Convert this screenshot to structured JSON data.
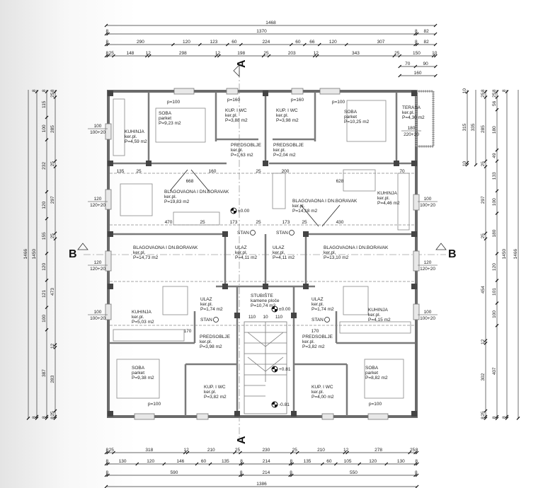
{
  "drawing": {
    "dimensions_top": [
      [
        1468
      ],
      [
        8,
        1370,
        8,
        82
      ],
      [
        8,
        290,
        120,
        123,
        60,
        224,
        60,
        66,
        120,
        307,
        8,
        82
      ],
      [
        8,
        25,
        148,
        12,
        298,
        12,
        198,
        25,
        203,
        12,
        343,
        25,
        150,
        10
      ]
    ],
    "dimensions_top_right": [
      [
        70,
        90
      ],
      [
        160
      ]
    ],
    "dimensions_bottom": [
      [
        8,
        25,
        318,
        12,
        210,
        25,
        230,
        25,
        210,
        12,
        278,
        25,
        8
      ],
      [
        8,
        130,
        120,
        146,
        60,
        135,
        8,
        214,
        8,
        135,
        60,
        105,
        120,
        130,
        8
      ],
      [
        8,
        590,
        8,
        214,
        8,
        550,
        8
      ],
      [
        1386
      ]
    ],
    "dimensions_left": [
      [
        1466
      ],
      [
        8,
        1450,
        8
      ],
      [
        8,
        115,
        100,
        232,
        120,
        155,
        120,
        121,
        100,
        387,
        8
      ],
      [
        8,
        25,
        285,
        25,
        297,
        25,
        473,
        12,
        283,
        25,
        8
      ]
    ],
    "dimensions_right": [
      [
        10,
        315,
        10
      ],
      [
        335
      ],
      [
        8,
        25,
        285,
        25,
        297,
        25,
        454,
        12,
        302,
        25,
        8
      ],
      [
        8,
        25,
        56,
        180,
        49,
        133,
        100,
        180,
        120,
        101,
        100,
        407,
        8
      ],
      [
        8,
        1450,
        8
      ],
      [
        1466
      ]
    ],
    "section_a": "A",
    "section_b": "B",
    "rooms": [
      {
        "name": "KUHINJA",
        "floor": "ker.pl.",
        "area": "P=4,59 m2"
      },
      {
        "name": "SOBA",
        "floor": "parket",
        "area": "P=9,23 m2"
      },
      {
        "name": "KUP. I WC",
        "floor": "ker.pl.",
        "area": "P=3,88 m2"
      },
      {
        "name": "KUP. I WC",
        "floor": "ker.pl.",
        "area": "P=3,98 m2"
      },
      {
        "name": "SOBA",
        "floor": "parket",
        "area": "P=10,25 m2"
      },
      {
        "name": "TERASA",
        "floor": "ker.pl.",
        "area": "P=4,30 m2"
      },
      {
        "name": "PREDSOBLJE",
        "floor": "ker.pl.",
        "area": "P=1,63 m2"
      },
      {
        "name": "PREDSOBLJE",
        "floor": "ker.pl.",
        "area": "P=2,04 m2"
      },
      {
        "name": "BLAGOVAONA I DN.BORAVAK",
        "floor": "ker.pl.",
        "area": "P=19,83 m2"
      },
      {
        "name": "BLAGOVAONA I DN.BORAVAK",
        "floor": "ker.pl.",
        "area": "P=14,18 m2"
      },
      {
        "name": "KUHINJA",
        "floor": "ker.pl.",
        "area": "P=4,46 m2"
      },
      {
        "name": "BLAGOVAONA I DN.BORAVAK",
        "floor": "ker.pl.",
        "area": "P=14,73 m2"
      },
      {
        "name": "ULAZ",
        "floor": "ker.pl.",
        "area": "P=4,11 m2"
      },
      {
        "name": "ULAZ",
        "floor": "ker.pl.",
        "area": "P=4,11 m2"
      },
      {
        "name": "BLAGOVAONA I DN.BORAVAK",
        "floor": "ker.pl.",
        "area": "P=13,10 m2"
      },
      {
        "name": "STUBIŠTE",
        "floor": "kamene ploče",
        "area": "P=10,74 m2"
      },
      {
        "name": "ULAZ",
        "floor": "ker.pl.",
        "area": "P=1,74 m2"
      },
      {
        "name": "ULAZ",
        "floor": "ker.pl.",
        "area": "P=1,74 m2"
      },
      {
        "name": "KUHINJA",
        "floor": "ker.pl.",
        "area": "P=5,03 m2"
      },
      {
        "name": "KUHINJA",
        "floor": "ker.pl.",
        "area": "P=4,15 m2"
      },
      {
        "name": "PREDSOBLJE",
        "floor": "ker.pl.",
        "area": "P=3,98 m2"
      },
      {
        "name": "PREDSOBLJE",
        "floor": "ker.pl.",
        "area": "P=3,82 m2"
      },
      {
        "name": "SOBA",
        "floor": "parket",
        "area": "P=9,38 m2"
      },
      {
        "name": "SOBA",
        "floor": "parket",
        "area": "P=8,82 m2"
      },
      {
        "name": "KUP. I WC",
        "floor": "ker.pl.",
        "area": "P=3,82 m2"
      },
      {
        "name": "KUP. I WC",
        "floor": "ker.pl.",
        "area": "P=4,00 m2"
      }
    ],
    "stan_label": "STAN",
    "windows_left": [
      {
        "w": "100",
        "h": "100+20"
      },
      {
        "w": "120",
        "h": "120+20"
      },
      {
        "w": "120",
        "h": "120+20"
      },
      {
        "w": "100",
        "h": "100+20"
      }
    ],
    "windows_right": [
      {
        "w": "100",
        "h": "100+20"
      },
      {
        "w": "120",
        "h": "120+20"
      },
      {
        "w": "100",
        "h": "100+20"
      }
    ],
    "terrace_door": {
      "w": "180",
      "h": "220+20"
    },
    "sill_labels": [
      "p=100",
      "p=160",
      "p=160",
      "p=100",
      "p=100",
      "p=100"
    ],
    "inner_dims": [
      "135",
      "25",
      "160",
      "25",
      "200",
      "668",
      "628",
      "70",
      "470",
      "25",
      "173",
      "25",
      "173",
      "25",
      "430",
      "170",
      "170",
      "110",
      "10",
      "110"
    ],
    "level_marks": [
      "±0.00",
      "±0.00",
      "+0.81",
      "-0.81"
    ]
  }
}
